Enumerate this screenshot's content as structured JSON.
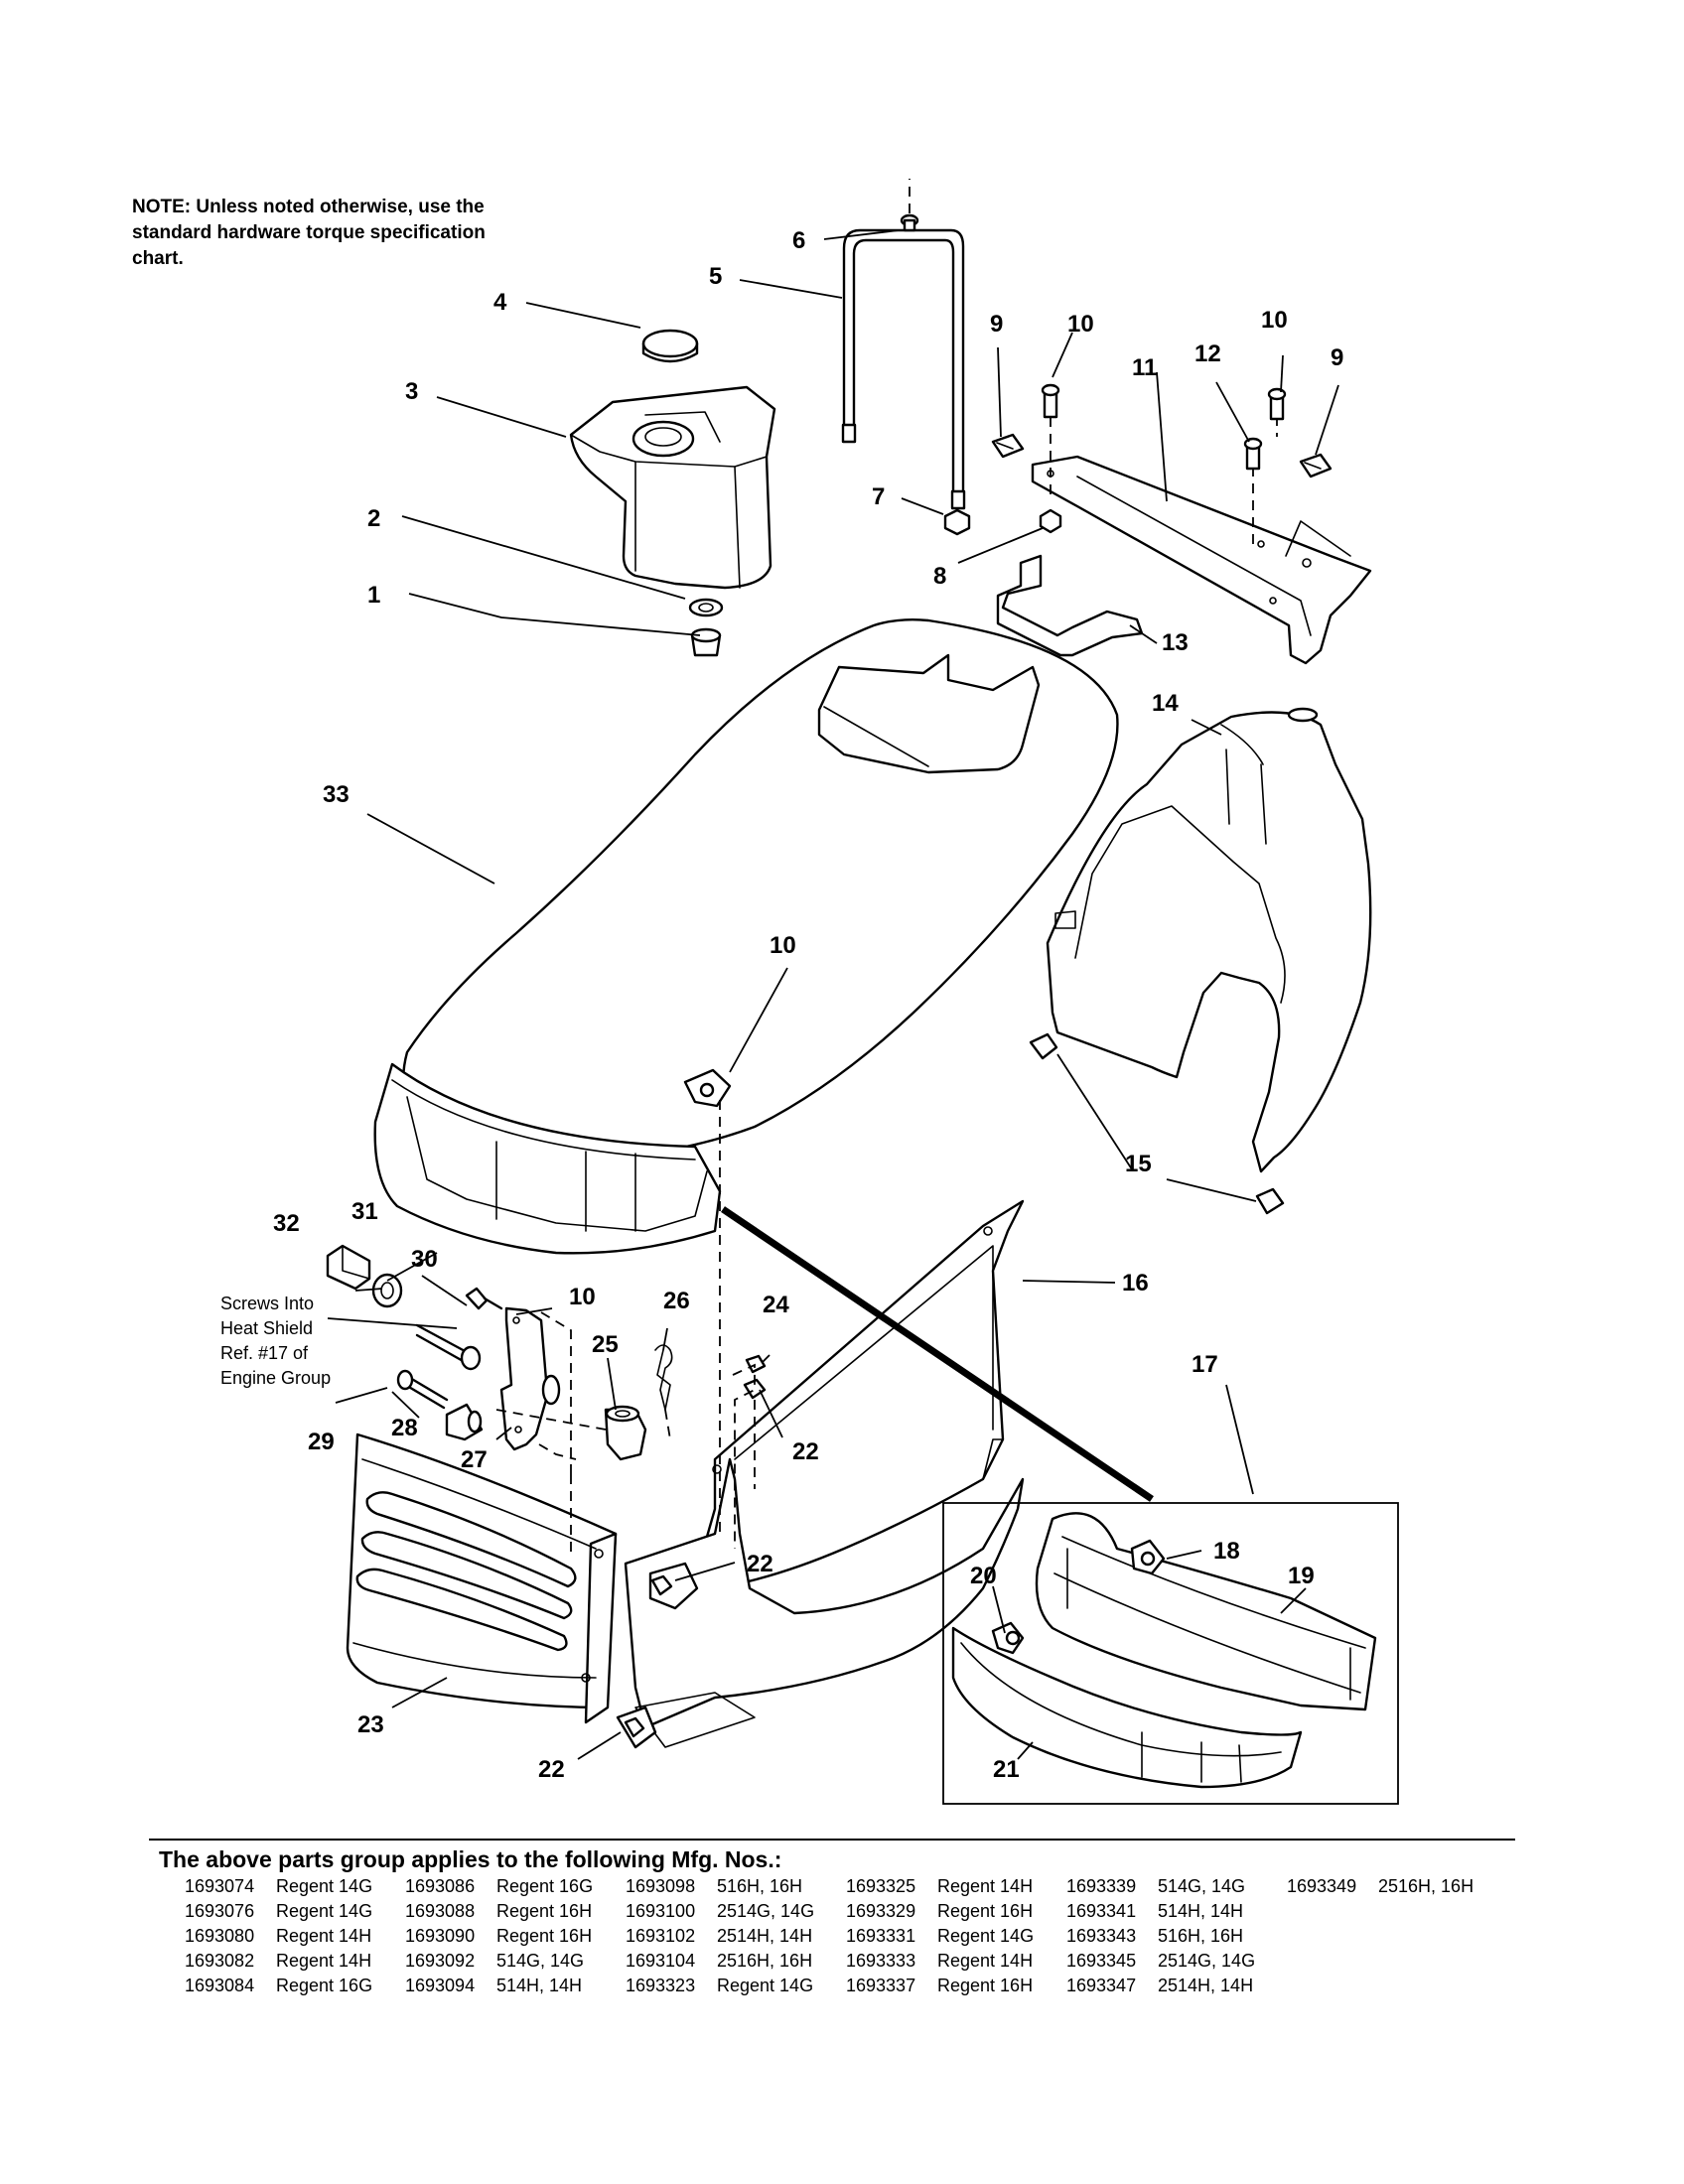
{
  "note": "NOTE: Unless noted otherwise, use the standard hardware torque specification chart.",
  "callouts": [
    "1",
    "2",
    "3",
    "4",
    "5",
    "6",
    "7",
    "8",
    "9",
    "10",
    "11",
    "12",
    "13",
    "14",
    "15",
    "16",
    "17",
    "18",
    "19",
    "20",
    "21",
    "22",
    "23",
    "24",
    "25",
    "26",
    "27",
    "28",
    "29",
    "30",
    "31",
    "32",
    "33"
  ],
  "annotation_lines": [
    "Screws Into",
    "Heat Shield",
    "Ref. #17 of",
    "Engine Group"
  ],
  "applies_heading": "The above parts group applies to the following Mfg. Nos.:",
  "mfg_columns": [
    [
      {
        "no": "1693074",
        "model": "Regent 14G"
      },
      {
        "no": "1693076",
        "model": "Regent 14G"
      },
      {
        "no": "1693080",
        "model": "Regent 14H"
      },
      {
        "no": "1693082",
        "model": "Regent 14H"
      },
      {
        "no": "1693084",
        "model": "Regent 16G"
      }
    ],
    [
      {
        "no": "1693086",
        "model": "Regent 16G"
      },
      {
        "no": "1693088",
        "model": "Regent 16H"
      },
      {
        "no": "1693090",
        "model": "Regent 16H"
      },
      {
        "no": "1693092",
        "model": "514G, 14G"
      },
      {
        "no": "1693094",
        "model": "514H, 14H"
      }
    ],
    [
      {
        "no": "1693098",
        "model": "516H, 16H"
      },
      {
        "no": "1693100",
        "model": "2514G, 14G"
      },
      {
        "no": "1693102",
        "model": "2514H, 14H"
      },
      {
        "no": "1693104",
        "model": "2516H, 16H"
      },
      {
        "no": "1693323",
        "model": "Regent 14G"
      }
    ],
    [
      {
        "no": "1693325",
        "model": "Regent 14H"
      },
      {
        "no": "1693329",
        "model": "Regent 16H"
      },
      {
        "no": "1693331",
        "model": "Regent 14G"
      },
      {
        "no": "1693333",
        "model": "Regent 14H"
      },
      {
        "no": "1693337",
        "model": "Regent 16H"
      }
    ],
    [
      {
        "no": "1693339",
        "model": "514G, 14G"
      },
      {
        "no": "1693341",
        "model": "514H, 14H"
      },
      {
        "no": "1693343",
        "model": "516H, 16H"
      },
      {
        "no": "1693345",
        "model": "2514G, 14G"
      },
      {
        "no": "1693347",
        "model": "2514H, 14H"
      }
    ],
    [
      {
        "no": "1693349",
        "model": "2516H, 16H"
      }
    ]
  ]
}
